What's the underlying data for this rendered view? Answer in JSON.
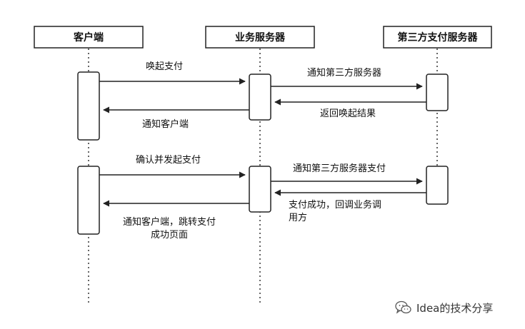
{
  "participants": [
    {
      "label": "客户端"
    },
    {
      "label": "业务服务器"
    },
    {
      "label": "第三方支付服务器"
    }
  ],
  "messages": [
    {
      "label": "唤起支付",
      "from": 0,
      "to": 1
    },
    {
      "label": "通知第三方服务器",
      "from": 1,
      "to": 2
    },
    {
      "label": "返回唤起结果",
      "from": 2,
      "to": 1
    },
    {
      "label": "通知客户端",
      "from": 1,
      "to": 0
    },
    {
      "label": "确认并发起支付",
      "from": 0,
      "to": 1
    },
    {
      "label": "通知第三方服务器支付",
      "from": 1,
      "to": 2
    },
    {
      "label": "支付成功，回调业务调\n用方",
      "from": 2,
      "to": 1
    },
    {
      "label": "通知客户端，跳转支付\n成功页面",
      "from": 1,
      "to": 0
    }
  ],
  "watermark": {
    "icon": "wechat-icon",
    "text": "Idea的技术分享"
  },
  "colors": {
    "line": "#222222",
    "text": "#111111",
    "lifeline": "#333333"
  }
}
